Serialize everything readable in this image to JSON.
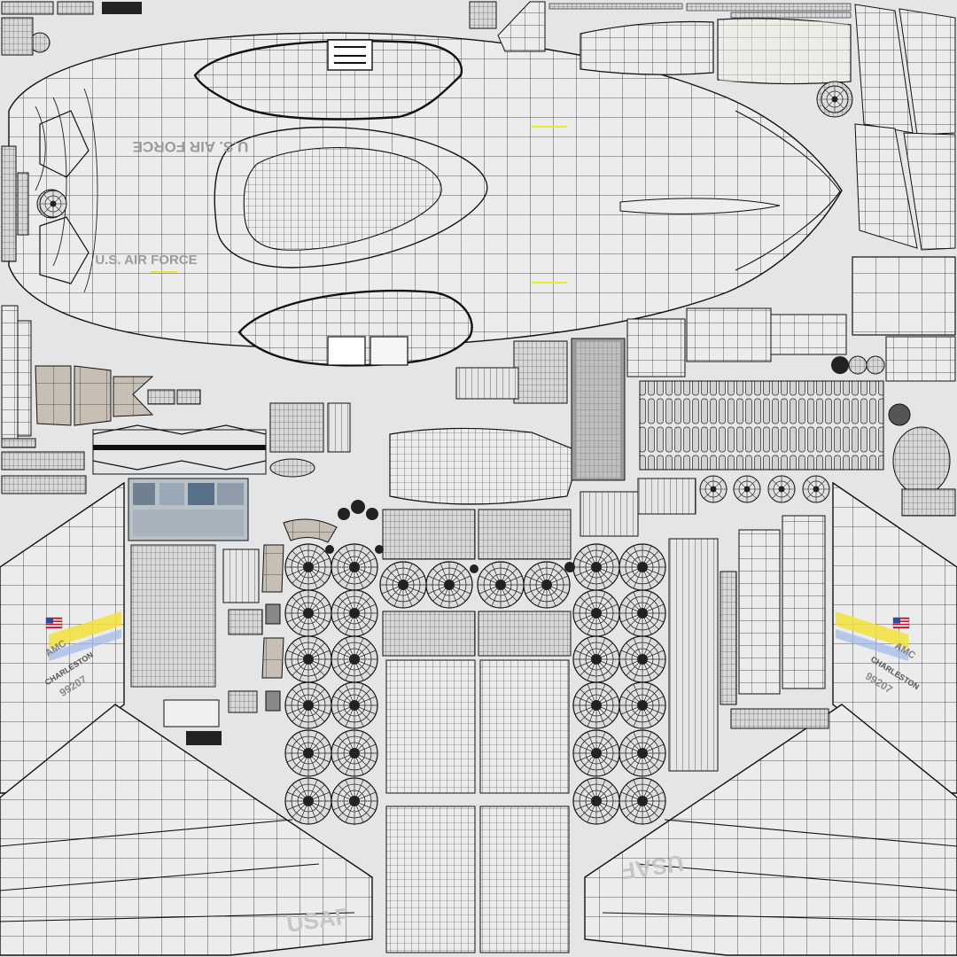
{
  "texture": {
    "background": "#e4e5e7",
    "wire_color": "#1c1c1c",
    "panel_fill": "#ededee",
    "panel_fill_tan": "#bcb4a8",
    "decal_gray": "#9a9b9e",
    "stripe_yellow": "#f2e23a",
    "stripe_blue": "#9fb9e8",
    "flag_red": "#c8102e",
    "flag_blue": "#2b4b9b"
  },
  "decals": {
    "fuselage_top": "U.S. AIR FORCE",
    "fuselage_bottom": "U.S. AIR FORCE",
    "tail_left_org": "AMC",
    "tail_left_base": "CHARLESTON",
    "tail_left_serial": "99207",
    "tail_right_org": "AMC",
    "tail_right_base": "CHARLESTON",
    "tail_right_serial": "99207",
    "wing_left": "USAF",
    "wing_right": "USAF"
  },
  "icons": {
    "flag": "us-flag-icon",
    "roundel": "amc-emblem-icon"
  }
}
